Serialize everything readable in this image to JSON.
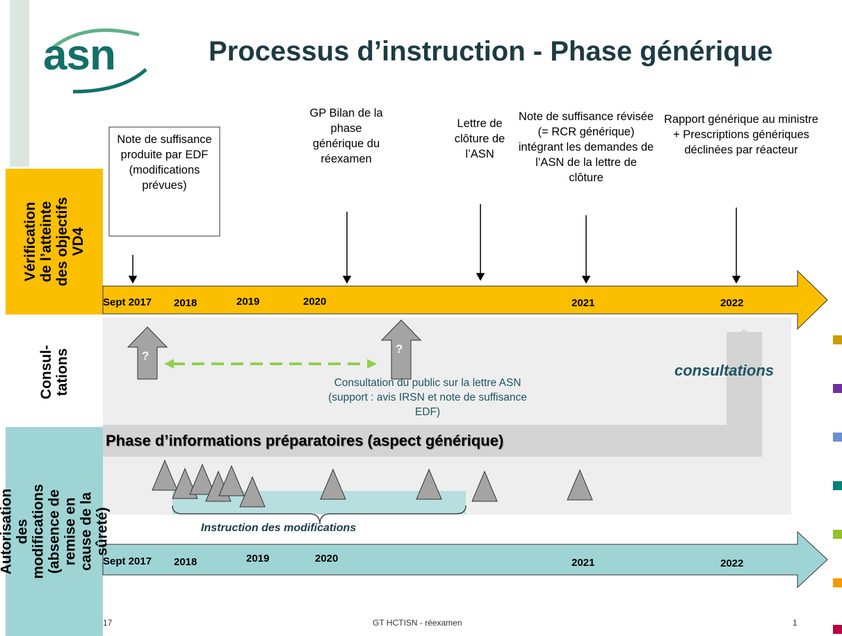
{
  "header": {
    "logo": "asn",
    "title": "Processus d’instruction - Phase générique"
  },
  "rows": {
    "verification": "Vérification de l’atteinte des objectifs VD4",
    "consultations": "Consul-tations",
    "autorisation": "Autorisation des modifications (absence de remise en cause de la sûreté)"
  },
  "top_timeline": {
    "years": [
      "Sept 2017",
      "2018",
      "2019",
      "2020",
      "2021",
      "2022"
    ]
  },
  "events": {
    "note_edf": "Note de suffisance produite par EDF (modifications prévues)",
    "gp_bilan": "GP Bilan de la phase générique du réexamen",
    "lettre_cloture": "Lettre de clôture de l’ASN",
    "note_revisee": "Note de suffisance révisée (= RCR générique) intégrant les demandes de l’ASN de la lettre de clôture",
    "rapport": "Rapport générique au ministre + Prescriptions génériques déclinées par réacteur"
  },
  "consultations": {
    "question_mark": "?",
    "public_text": "Consultation du public sur la lettre ASN  (support : avis IRSN et note de suffisance EDF)",
    "right_label": "consultations"
  },
  "phase_info": {
    "label": "Phase d’informations préparatoires (aspect générique)"
  },
  "modifications": {
    "label": "Instruction des modifications"
  },
  "bottom_timeline": {
    "years": [
      "Sept 2017",
      "2018",
      "2019",
      "2020",
      "2021",
      "2022"
    ]
  },
  "footer": {
    "left": "17",
    "center": "GT HCTISN - réexamen",
    "right": "1"
  },
  "colors": {
    "orange_band": "#fbbf00",
    "teal_band": "#9fd4d5",
    "grey_band": "#eeeeee",
    "phase_bar": "#d8d8d8",
    "arrow_grey": "#a4a4a4",
    "green_dash": "#92d050",
    "title": "#1d3b44",
    "logo": "#127069",
    "side_squares": [
      "#c6a000",
      "#7030a0",
      "#6d8fd1",
      "#00827a",
      "#92c12c",
      "#f49a00",
      "#c00040"
    ]
  }
}
